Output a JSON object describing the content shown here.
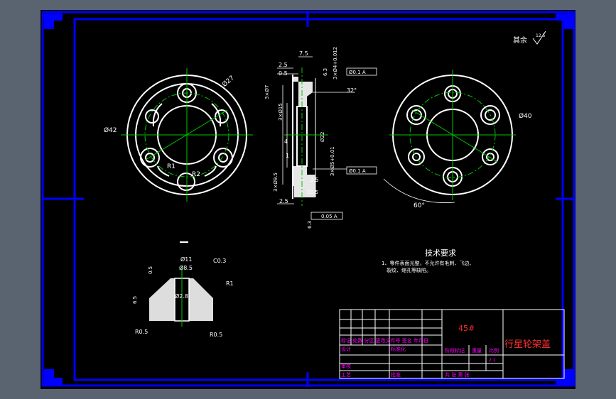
{
  "drawing": {
    "surface_note": "其余",
    "surface_note_value": "12.5",
    "technical_requirements": {
      "title": "技术要求",
      "line1": "1、零件表面光整，不允许有毛刺、飞边、",
      "line2": "裂纹、缩孔等缺陷。"
    },
    "front_view": {
      "dia_outer": "Ø42",
      "dia_pcd": "Ø27",
      "r_small": "R1",
      "r_large": "R2"
    },
    "section_view": {
      "dim_7_5": "7.5",
      "dim_2_5_top": "2.5",
      "dim_0_5": "0.5",
      "roughness_top": "6.3",
      "hole_callout": "3×Ø4+0.012",
      "tol_top": "Ø0.1 A",
      "chamfer_32": "32°",
      "dim_3x7": "3×Ø7",
      "dim_3x15": "3×Ø15",
      "dim_22": "Ø22",
      "dim_4": "4",
      "dim_1": "1",
      "dim_bore": "3×Ø5+0.01",
      "tol_bottom": "Ø0.1 A",
      "dim_3x9_5": "3×Ø9.5",
      "dim_3_5": "3.5",
      "c0_5": "C0.5",
      "dim_2_5_bottom": "2.5",
      "flatness": "0.05 A",
      "roughness_bottom": "6.3"
    },
    "rear_view": {
      "dia_pcd": "Ø40",
      "angle": "60°"
    },
    "detail_view": {
      "dia_11": "Ø11",
      "dia_8_5": "Ø8.5",
      "c0_3": "C0.3",
      "dim_0_5": "0.5",
      "dim_6_5": "6.5",
      "dia_2_8": "Ø2.8",
      "r1": "R1",
      "r0_5_left": "R0.5",
      "r0_5_right": "R0.5"
    },
    "title_block": {
      "material": "45#",
      "part_name": "行星轮架盖",
      "row_labels": "标记 处数 分区 更改文件号 签名 年月日",
      "designer": "设计",
      "standardization": "标准化",
      "stage_marks": "阶段标记",
      "weight": "重量",
      "scale": "比例",
      "scale_value": "2:1",
      "checker": "审核",
      "process": "工艺",
      "approve": "批准",
      "sheet_info": "共 张 第 张"
    }
  },
  "colors": {
    "background": "#000000",
    "frame": "#0000ff",
    "outline": "#ffffff",
    "centerline": "#00c800",
    "hatch": "#ffffff",
    "magenta": "#ff00ff",
    "red": "#ff3030",
    "viewport": "#5a6470"
  }
}
